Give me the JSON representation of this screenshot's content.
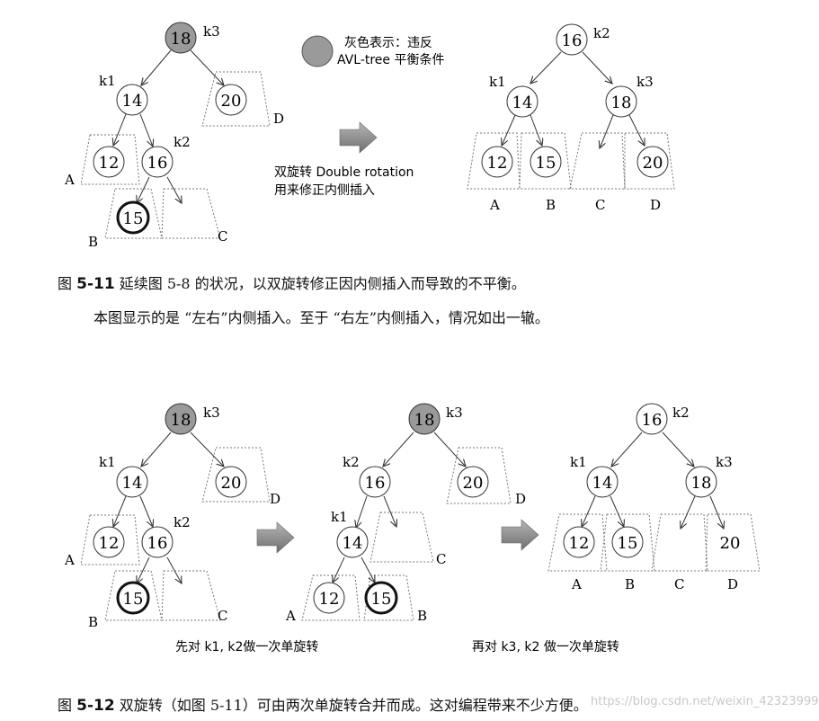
{
  "figure1": {
    "legend_line1": "灰色表示：违反",
    "legend_line2": "AVL-tree 平衡条件",
    "arrow_text_line1": "双旋转 Double rotation",
    "arrow_text_line2": "用来修正内侧插入",
    "caption_label": "图",
    "caption_number": "5-11",
    "caption_text": "延续图 5-8 的状况，以双旋转修正因内侧插入而导致的不平衡。",
    "caption_line2": "本图显示的是 “左右”内侧插入。至于 “右左”内侧插入，情况如出一辙。",
    "before": {
      "nodes": [
        {
          "id": "a18",
          "label": "18",
          "tag": "k3",
          "gray": true
        },
        {
          "id": "a14",
          "label": "14",
          "tag": "k1"
        },
        {
          "id": "a20",
          "label": "20"
        },
        {
          "id": "a12",
          "label": "12"
        },
        {
          "id": "a16",
          "label": "16",
          "tag": "k2"
        },
        {
          "id": "a15",
          "label": "15",
          "bold": true
        }
      ],
      "subtree_labels": [
        "A",
        "B",
        "C",
        "D"
      ]
    },
    "after": {
      "nodes": [
        {
          "id": "b16",
          "label": "16",
          "tag": "k2"
        },
        {
          "id": "b14",
          "label": "14",
          "tag": "k1"
        },
        {
          "id": "b18",
          "label": "18",
          "tag": "k3"
        },
        {
          "id": "b12",
          "label": "12"
        },
        {
          "id": "b15",
          "label": "15"
        },
        {
          "id": "b20",
          "label": "20"
        }
      ],
      "subtree_labels": [
        "A",
        "B",
        "C",
        "D"
      ]
    }
  },
  "figure2": {
    "step1_text": "先对 k1, k2做一次单旋转",
    "step2_text": "再对 k3, k2 做一次单旋转",
    "caption_label": "图",
    "caption_number": "5-12",
    "caption_text": "双旋转（如图 5-11）可由两次单旋转合并而成。这对编程带来不少方便。",
    "tree1": {
      "nodes": [
        {
          "id": "c18",
          "label": "18",
          "tag": "k3",
          "gray": true
        },
        {
          "id": "c14",
          "label": "14",
          "tag": "k1"
        },
        {
          "id": "c20",
          "label": "20"
        },
        {
          "id": "c12",
          "label": "12"
        },
        {
          "id": "c16",
          "label": "16",
          "tag": "k2"
        },
        {
          "id": "c15",
          "label": "15",
          "bold": true
        }
      ],
      "subtree_labels": [
        "A",
        "B",
        "C",
        "D"
      ]
    },
    "tree2": {
      "nodes": [
        {
          "id": "d18",
          "label": "18",
          "tag": "k3",
          "gray": true
        },
        {
          "id": "d16",
          "label": "16",
          "tag": "k2"
        },
        {
          "id": "d20",
          "label": "20"
        },
        {
          "id": "d14",
          "label": "14",
          "tag": "k1"
        },
        {
          "id": "d12",
          "label": "12"
        },
        {
          "id": "d15",
          "label": "15",
          "bold": true
        }
      ],
      "subtree_labels": [
        "A",
        "B",
        "C",
        "D"
      ]
    },
    "tree3": {
      "nodes": [
        {
          "id": "e16",
          "label": "16",
          "tag": "k2"
        },
        {
          "id": "e14",
          "label": "14",
          "tag": "k1"
        },
        {
          "id": "e18",
          "label": "18",
          "tag": "k3"
        },
        {
          "id": "e12",
          "label": "12"
        },
        {
          "id": "e15",
          "label": "15"
        },
        {
          "id": "e20",
          "label": "20"
        }
      ],
      "subtree_labels": [
        "A",
        "B",
        "C",
        "D"
      ]
    }
  },
  "watermark": "https://blog.csdn.net/weixin_42323999",
  "colors": {
    "gray_node": "#9a9a9a",
    "arrow": "#8a8a8a",
    "line": "#333333",
    "dash": "#777777"
  }
}
